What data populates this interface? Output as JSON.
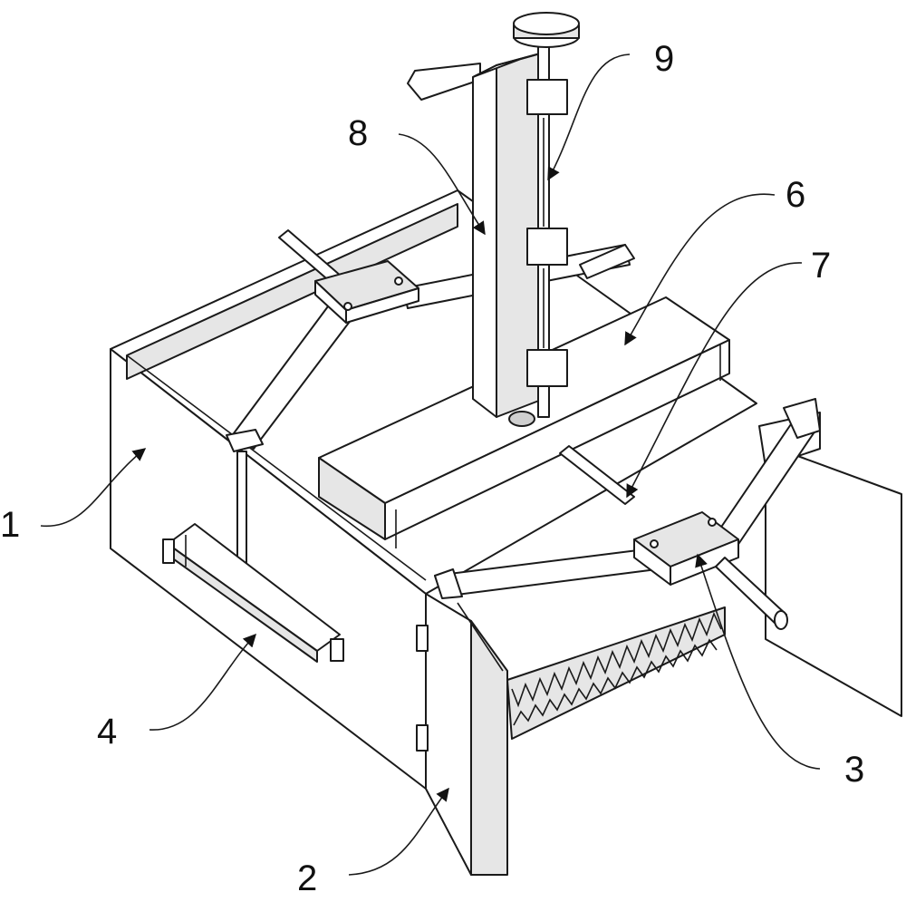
{
  "labels": {
    "l1": "1",
    "l2": "2",
    "l3": "3",
    "l4": "4",
    "l6": "6",
    "l7": "7",
    "l8": "8",
    "l9": "9"
  }
}
